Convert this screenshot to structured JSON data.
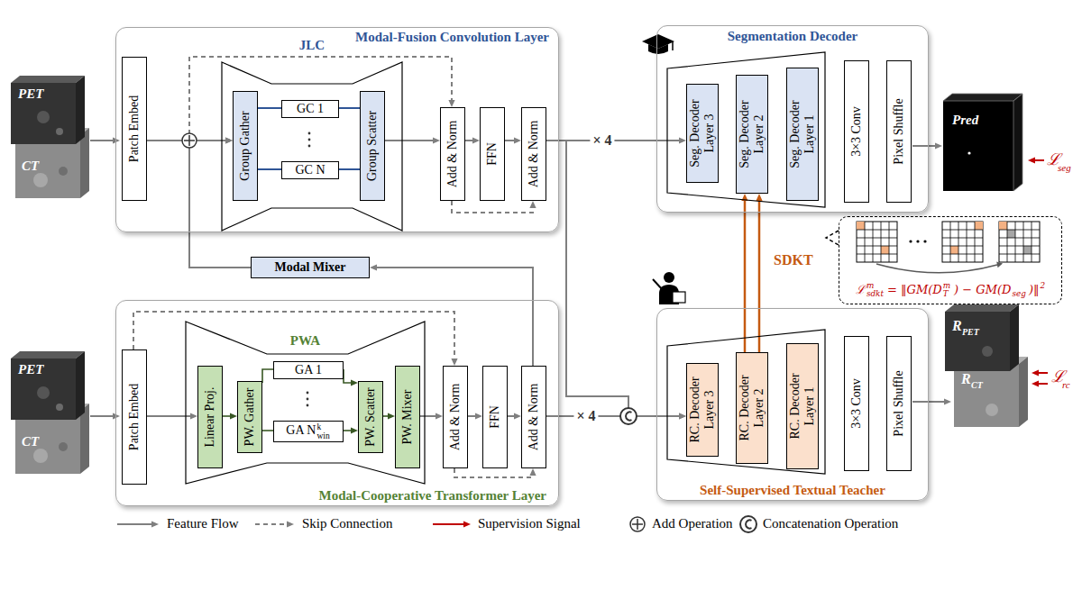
{
  "diagram": {
    "nodes": [
      {
        "text": [
          "Modal-Fusion Convolution Layer"
        ]
      },
      {
        "text": [
          "Patch Embed"
        ],
        "in": 0
      },
      {
        "text": [
          "JLC"
        ],
        "in": 0
      },
      {
        "text": [
          "Group Gather"
        ],
        "in": 2
      },
      {
        "text": [
          "GC 1"
        ],
        "in": 2
      },
      {
        "text": [
          "GC N"
        ],
        "in": 2
      },
      {
        "text": [
          "Group Scatter"
        ],
        "in": 2
      },
      {
        "text": [
          "Add & Norm"
        ],
        "in": 0
      },
      {
        "text": [
          "FFN"
        ],
        "in": 0
      },
      {
        "text": [
          "Add & Norm"
        ],
        "in": 0
      },
      {
        "text": [
          "Modal Mixer"
        ]
      },
      {
        "text": [
          "Modal-Cooperative Transformer Layer"
        ]
      },
      {
        "text": [
          "Patch Embed"
        ],
        "in": 11
      },
      {
        "text": [
          "PWA"
        ],
        "in": 11
      },
      {
        "text": [
          "Linear Proj."
        ],
        "in": 13
      },
      {
        "text": [
          "PW. Gather"
        ],
        "in": 13
      },
      {
        "text": [
          "GA 1"
        ],
        "in": 13
      },
      {
        "text": [
          "GA N",
          "k",
          "win"
        ],
        "in": 13
      },
      {
        "text": [
          "PW. Scatter"
        ],
        "in": 13
      },
      {
        "text": [
          "PW. Mixer"
        ],
        "in": 13
      },
      {
        "text": [
          "Add & Norm"
        ],
        "in": 11
      },
      {
        "text": [
          "FFN"
        ],
        "in": 11
      },
      {
        "text": [
          "Add & Norm"
        ],
        "in": 11
      },
      {
        "text": [
          "Segmentation Decoder"
        ]
      },
      {
        "text": [
          "Seg. Decoder Layer 3"
        ],
        "in": 23
      },
      {
        "text": [
          "Seg. Decoder Layer 2"
        ],
        "in": 23
      },
      {
        "text": [
          "Seg. Decoder Layer 1"
        ],
        "in": 23
      },
      {
        "text": [
          "3×3 Conv"
        ],
        "in": 23
      },
      {
        "text": [
          "Pixel Shuffle"
        ],
        "in": 23
      },
      {
        "text": [
          "Self-Supervised Textual Teacher"
        ]
      },
      {
        "text": [
          "RC. Decoder Layer 3"
        ],
        "in": 29
      },
      {
        "text": [
          "RC. Decoder Layer 2"
        ],
        "in": 29
      },
      {
        "text": [
          "RC. Decoder Layer 1"
        ],
        "in": 29
      },
      {
        "text": [
          "3×3 Conv"
        ],
        "in": 29
      },
      {
        "text": [
          "Pixel Shuffle"
        ],
        "in": 29
      },
      {
        "text": [
          "ℒ",
          "m",
          "sdkt",
          "= ‖GM(D",
          "m",
          "T",
          ") − GM(D",
          "seg",
          ")‖",
          "2"
        ]
      }
    ],
    "edges": [
      {
        "from": 1,
        "to": 3,
        "arrow": "to"
      },
      {
        "from": 10,
        "to": 3,
        "arrow": "to"
      },
      {
        "from": 1,
        "to": 7,
        "arrow": "to"
      },
      {
        "from": 3,
        "to": 4,
        "arrow": "none"
      },
      {
        "from": 3,
        "to": 5,
        "arrow": "none"
      },
      {
        "from": 4,
        "to": 6,
        "arrow": "none"
      },
      {
        "from": 5,
        "to": 6,
        "arrow": "none"
      },
      {
        "from": 6,
        "to": 7,
        "arrow": "to"
      },
      {
        "from": 7,
        "to": 8,
        "arrow": "to"
      },
      {
        "from": 8,
        "to": 9,
        "arrow": "to"
      },
      {
        "from": 7,
        "to": 9,
        "arrow": "to"
      },
      {
        "from": 9,
        "to": 24,
        "arrow": "to",
        "label": "× 4"
      },
      {
        "from": 9,
        "to": 30,
        "arrow": "to"
      },
      {
        "from": 22,
        "to": 10,
        "arrow": "to"
      },
      {
        "from": 12,
        "to": 14,
        "arrow": "to"
      },
      {
        "from": 12,
        "to": 20,
        "arrow": "to"
      },
      {
        "from": 14,
        "to": 15,
        "arrow": "to"
      },
      {
        "from": 15,
        "to": 16,
        "arrow": "none"
      },
      {
        "from": 15,
        "to": 17,
        "arrow": "none"
      },
      {
        "from": 16,
        "to": 18,
        "arrow": "to"
      },
      {
        "from": 17,
        "to": 18,
        "arrow": "to"
      },
      {
        "from": 18,
        "to": 19,
        "arrow": "to"
      },
      {
        "from": 19,
        "to": 20,
        "arrow": "to"
      },
      {
        "from": 20,
        "to": 21,
        "arrow": "to"
      },
      {
        "from": 21,
        "to": 22,
        "arrow": "to"
      },
      {
        "from": 20,
        "to": 22,
        "arrow": "to"
      },
      {
        "from": 22,
        "to": 30,
        "arrow": "to",
        "label": "× 4"
      },
      {
        "from": 31,
        "to": 25,
        "arrow": "to"
      },
      {
        "from": 31,
        "to": 25,
        "arrow": "to"
      }
    ],
    "labels": [
      "PET",
      "CT",
      "PET",
      "CT",
      "Pred",
      "ℒ",
      "seg",
      "R",
      "PET",
      "R",
      "CT",
      "ℒ",
      "rc",
      "SDKT"
    ],
    "legend": [
      {
        "text": "Feature Flow"
      },
      {
        "text": "Skip Connection"
      },
      {
        "text": "Supervision Signal"
      },
      {
        "text": "Add Operation"
      },
      {
        "text": "Concatenation Operation"
      }
    ]
  }
}
